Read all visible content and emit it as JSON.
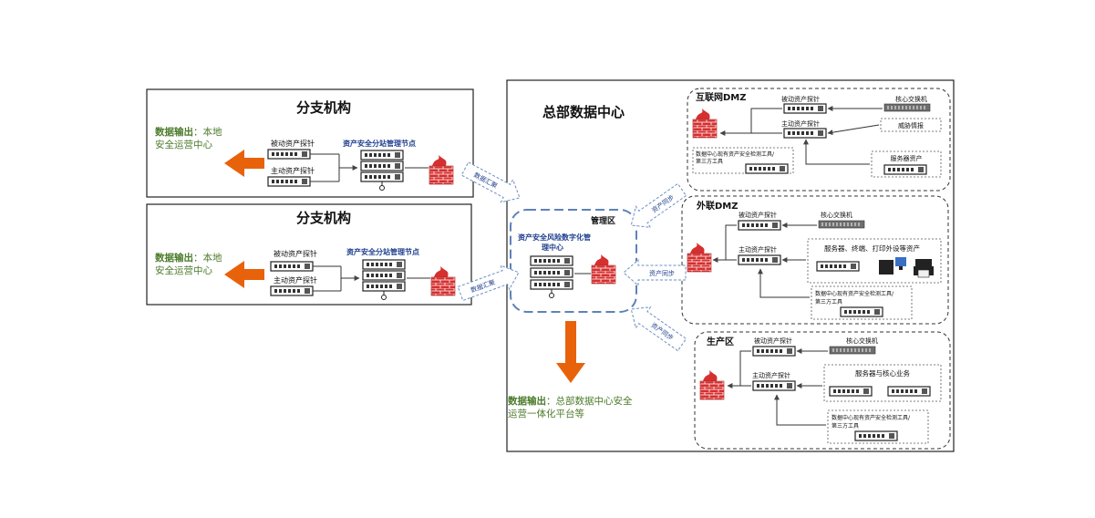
{
  "branch": {
    "title": "分支机构",
    "output_label": "数据输出",
    "output_sep": "：",
    "output_line1": "本地",
    "output_line2": "安全运营中心",
    "passive_probe": "被动资产探针",
    "active_probe": "主动资产探针",
    "node_label": "资产安全分站管理节点"
  },
  "hq": {
    "title": "总部数据中心",
    "mgmt_zone": "管理区",
    "center_line1": "资产安全风险数字化管",
    "center_line2": "理中心",
    "output_label": "数据输出",
    "output_sep": "：",
    "output_line1": "总部数据中心安全",
    "output_line2": "运营一体化平台等"
  },
  "links": {
    "branch_report": "数据汇聚",
    "dmz_sync": "资产同步"
  },
  "dmz_internet": {
    "title": "互联网DMZ",
    "passive_probe": "被动资产探针",
    "active_probe": "主动资产探针",
    "core_switch": "核心交换机",
    "threat_intel": "威胁情报",
    "server_assets": "服务器资产",
    "tool_line1": "数据中心现有资产安全检测工具/",
    "tool_line2": "第三方工具"
  },
  "dmz_external": {
    "title": "外联DMZ",
    "passive_probe": "被动资产探针",
    "active_probe": "主动资产探针",
    "core_switch": "核心交换机",
    "devices": "服务器、终端、打印外设等资产",
    "tool_line1": "数据中心现有资产安全检测工具/",
    "tool_line2": "第三方工具"
  },
  "production": {
    "title": "生产区",
    "passive_probe": "被动资产探针",
    "active_probe": "主动资产探针",
    "core_switch": "核心交换机",
    "servers": "服务器与核心业务",
    "tool_line1": "数据中心现有资产安全检测工具/",
    "tool_line2": "第三方工具"
  },
  "colors": {
    "output_text": "#4b7a2a",
    "node_label": "#1f3f8f",
    "arrow": "#e8620c",
    "firewall": "#d62f2f",
    "dashed_blue": "#6a8fc4"
  }
}
